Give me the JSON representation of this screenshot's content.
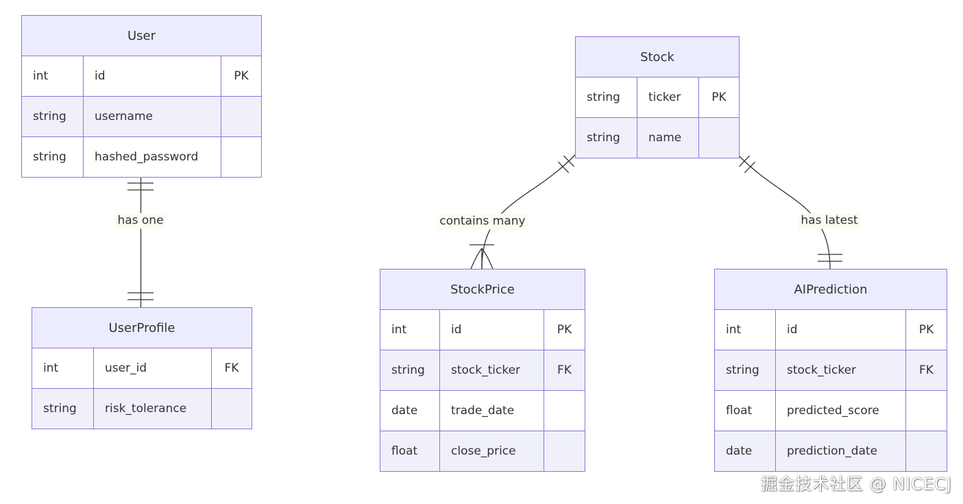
{
  "diagram": {
    "type": "entity-relationship-diagram",
    "watermark": "掘金技术社区 @ NICECJ"
  },
  "colors": {
    "entity_border": "#9370DB",
    "entity_header_fill": "#ECECFF",
    "row_fill": "#FFFFFF",
    "row_alt_fill": "#F0F0FB",
    "line_color": "#333333",
    "label_background": "#FBFBF2",
    "text": "#333333"
  },
  "entities": [
    {
      "name": "User",
      "rows": [
        {
          "type": "int",
          "name": "id",
          "key": "PK"
        },
        {
          "type": "string",
          "name": "username",
          "key": ""
        },
        {
          "type": "string",
          "name": "hashed_password",
          "key": ""
        }
      ]
    },
    {
      "name": "UserProfile",
      "rows": [
        {
          "type": "int",
          "name": "user_id",
          "key": "FK"
        },
        {
          "type": "string",
          "name": "risk_tolerance",
          "key": ""
        }
      ]
    },
    {
      "name": "Stock",
      "rows": [
        {
          "type": "string",
          "name": "ticker",
          "key": "PK"
        },
        {
          "type": "string",
          "name": "name",
          "key": ""
        }
      ]
    },
    {
      "name": "StockPrice",
      "rows": [
        {
          "type": "int",
          "name": "id",
          "key": "PK"
        },
        {
          "type": "string",
          "name": "stock_ticker",
          "key": "FK"
        },
        {
          "type": "date",
          "name": "trade_date",
          "key": ""
        },
        {
          "type": "float",
          "name": "close_price",
          "key": ""
        }
      ]
    },
    {
      "name": "AIPrediction",
      "rows": [
        {
          "type": "int",
          "name": "id",
          "key": "PK"
        },
        {
          "type": "string",
          "name": "stock_ticker",
          "key": "FK"
        },
        {
          "type": "float",
          "name": "predicted_score",
          "key": ""
        },
        {
          "type": "date",
          "name": "prediction_date",
          "key": ""
        }
      ]
    }
  ],
  "relationships": [
    {
      "from": "User",
      "to": "UserProfile",
      "label": "has one",
      "from_cardinality": "exactly one",
      "to_cardinality": "exactly one"
    },
    {
      "from": "Stock",
      "to": "StockPrice",
      "label": "contains many",
      "from_cardinality": "exactly one",
      "to_cardinality": "one or many"
    },
    {
      "from": "Stock",
      "to": "AIPrediction",
      "label": "has latest",
      "from_cardinality": "exactly one",
      "to_cardinality": "exactly one"
    }
  ]
}
